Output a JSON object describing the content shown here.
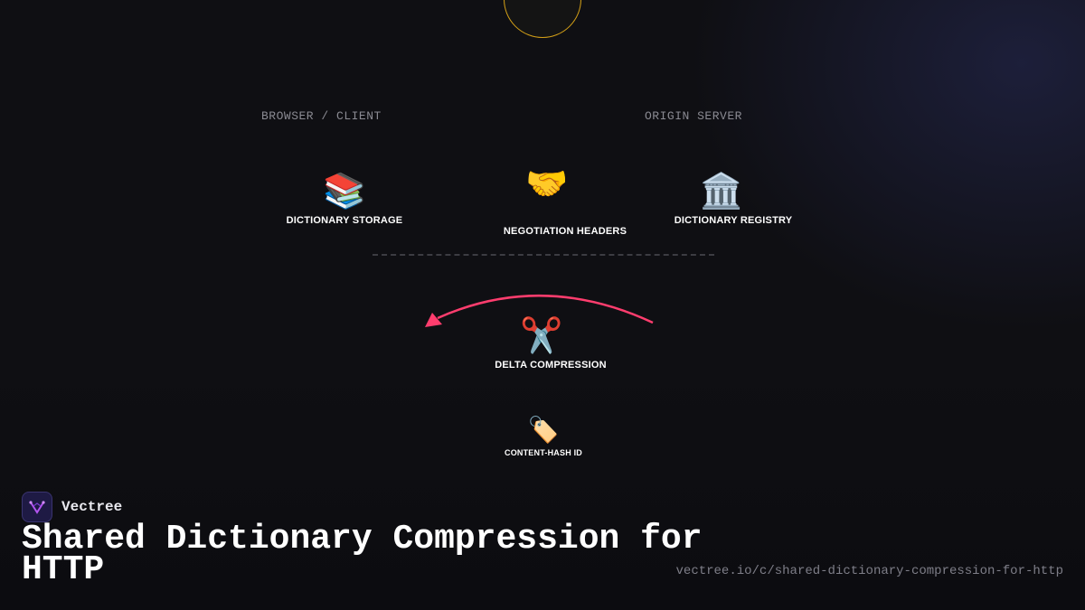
{
  "diagram": {
    "columns": {
      "left": "BROWSER / CLIENT",
      "right": "ORIGIN SERVER"
    },
    "nodes": [
      {
        "id": "dictionary-storage",
        "icon": "books-icon",
        "emoji": "📚",
        "label": "DICTIONARY STORAGE"
      },
      {
        "id": "negotiation-headers",
        "icon": "handshake-icon",
        "emoji": "🤝",
        "label": "NEGOTIATION HEADERS"
      },
      {
        "id": "dictionary-registry",
        "icon": "classical-building-icon",
        "emoji": "🏛️",
        "label": "DICTIONARY REGISTRY"
      },
      {
        "id": "delta-compression",
        "icon": "scissors-icon",
        "emoji": "✂️",
        "label": "DELTA COMPRESSION"
      },
      {
        "id": "content-hash-id",
        "icon": "label-tag-icon",
        "emoji": "🏷️",
        "label": "CONTENT-HASH ID"
      }
    ],
    "colors": {
      "arrow": "#ff3d6e",
      "circle_border": "#d4a017",
      "divider": "#3c3c42"
    }
  },
  "brand": {
    "name": "Vectree",
    "logo_icon": "vectree-logo-icon"
  },
  "title": "Shared Dictionary Compression for HTTP",
  "url": "vectree.io/c/shared-dictionary-compression-for-http"
}
